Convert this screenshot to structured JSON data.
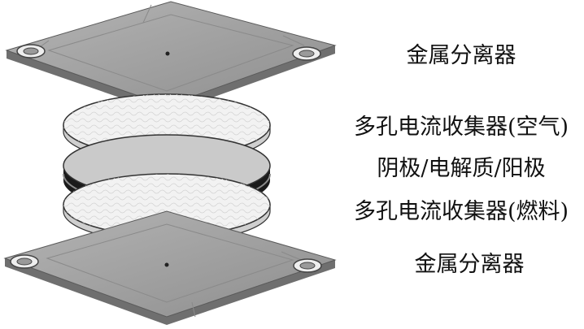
{
  "labels": {
    "top_separator": "金属分离器",
    "porous_collector_air": "多孔电流收集器(空气)",
    "cathode_electrolyte_anode": "阴极/电解质/阳极",
    "porous_collector_fuel": "多孔电流收集器(燃料)",
    "bottom_separator": "金属分离器"
  },
  "colors": {
    "plate_top": "#a2a2a2",
    "plate_edge": "#6f6f6f",
    "disc_face": "#f0f0f0",
    "membrane_face": "#c9c9c9",
    "membrane_band": "#1a1a1a"
  }
}
